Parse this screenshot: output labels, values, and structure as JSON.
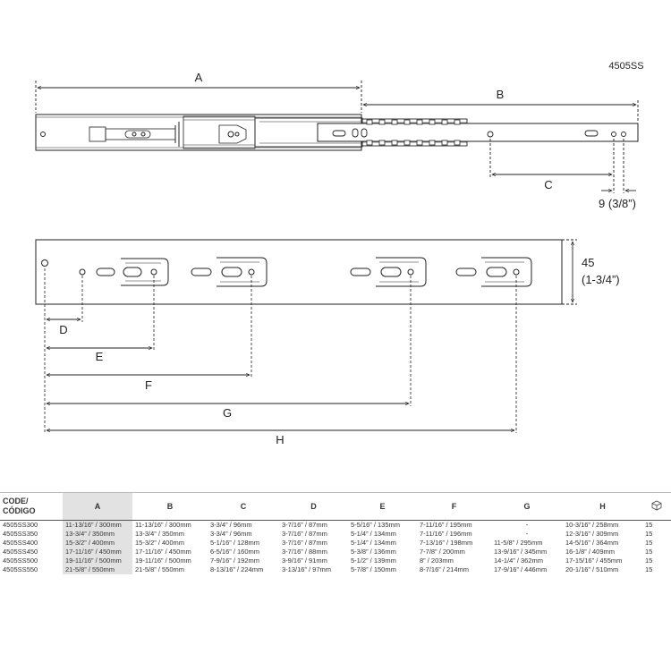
{
  "model": "4505SS",
  "labels": {
    "A": "A",
    "B": "B",
    "C": "C",
    "D": "D",
    "E": "E",
    "F": "F",
    "G": "G",
    "H": "H",
    "offset": "9 (3/8”)",
    "height_mm": "45",
    "height_in": "(1-3/4”)"
  },
  "table": {
    "code_header_1": "CODE/",
    "code_header_2": "CÓDIGO",
    "columns": [
      "A",
      "B",
      "C",
      "D",
      "E",
      "F",
      "G",
      "H"
    ],
    "qty_icon": "box-icon",
    "rows": [
      {
        "code": "4505SS300",
        "A": "11-13/16” / 300mm",
        "B": "11-13/16” / 300mm",
        "C": "3-3/4” / 96mm",
        "D": "3-7/16” / 87mm",
        "E": "5-5/16” / 135mm",
        "F": "7-11/16” / 195mm",
        "G": "-",
        "H": "10-3/16” / 258mm",
        "qty": "15"
      },
      {
        "code": "4505SS350",
        "A": "13-3/4” / 350mm",
        "B": "13-3/4” / 350mm",
        "C": "3-3/4” / 96mm",
        "D": "3-7/16” / 87mm",
        "E": "5-1/4” / 134mm",
        "F": "7-11/16” / 196mm",
        "G": "-",
        "H": "12-3/16” / 309mm",
        "qty": "15"
      },
      {
        "code": "4505SS400",
        "A": "15-3/2” / 400mm",
        "B": "15-3/2” / 400mm",
        "C": "5-1/16” / 128mm",
        "D": "3-7/16” / 87mm",
        "E": "5-1/4” / 134mm",
        "F": "7-13/16” / 198mm",
        "G": "11-5/8” / 295mm",
        "H": "14-5/16” / 364mm",
        "qty": "15"
      },
      {
        "code": "4505SS450",
        "A": "17-11/16” / 450mm",
        "B": "17-11/16” / 450mm",
        "C": "6-5/16” / 160mm",
        "D": "3-7/16” / 88mm",
        "E": "5-3/8” / 136mm",
        "F": "7-7/8” / 200mm",
        "G": "13-9/16” / 345mm",
        "H": "16-1/8” / 409mm",
        "qty": "15"
      },
      {
        "code": "4505SS500",
        "A": "19-11/16” / 500mm",
        "B": "19-11/16” / 500mm",
        "C": "7-9/16” / 192mm",
        "D": "3-9/16” / 91mm",
        "E": "5-1/2” / 139mm",
        "F": "8” / 203mm",
        "G": "14-1/4” / 362mm",
        "H": "17-15/16” / 455mm",
        "qty": "15"
      },
      {
        "code": "4505SS550",
        "A": "21-5/8” / 550mm",
        "B": "21-5/8” / 550mm",
        "C": "8-13/16” / 224mm",
        "D": "3-13/16” / 97mm",
        "E": "5-7/8” / 150mm",
        "F": "8-7/16” / 214mm",
        "G": "17-9/16” / 446mm",
        "H": "20-1/16” / 510mm",
        "qty": "15"
      }
    ]
  },
  "colors": {
    "line": "#222222",
    "highlight_column": "#e2e2e2"
  }
}
